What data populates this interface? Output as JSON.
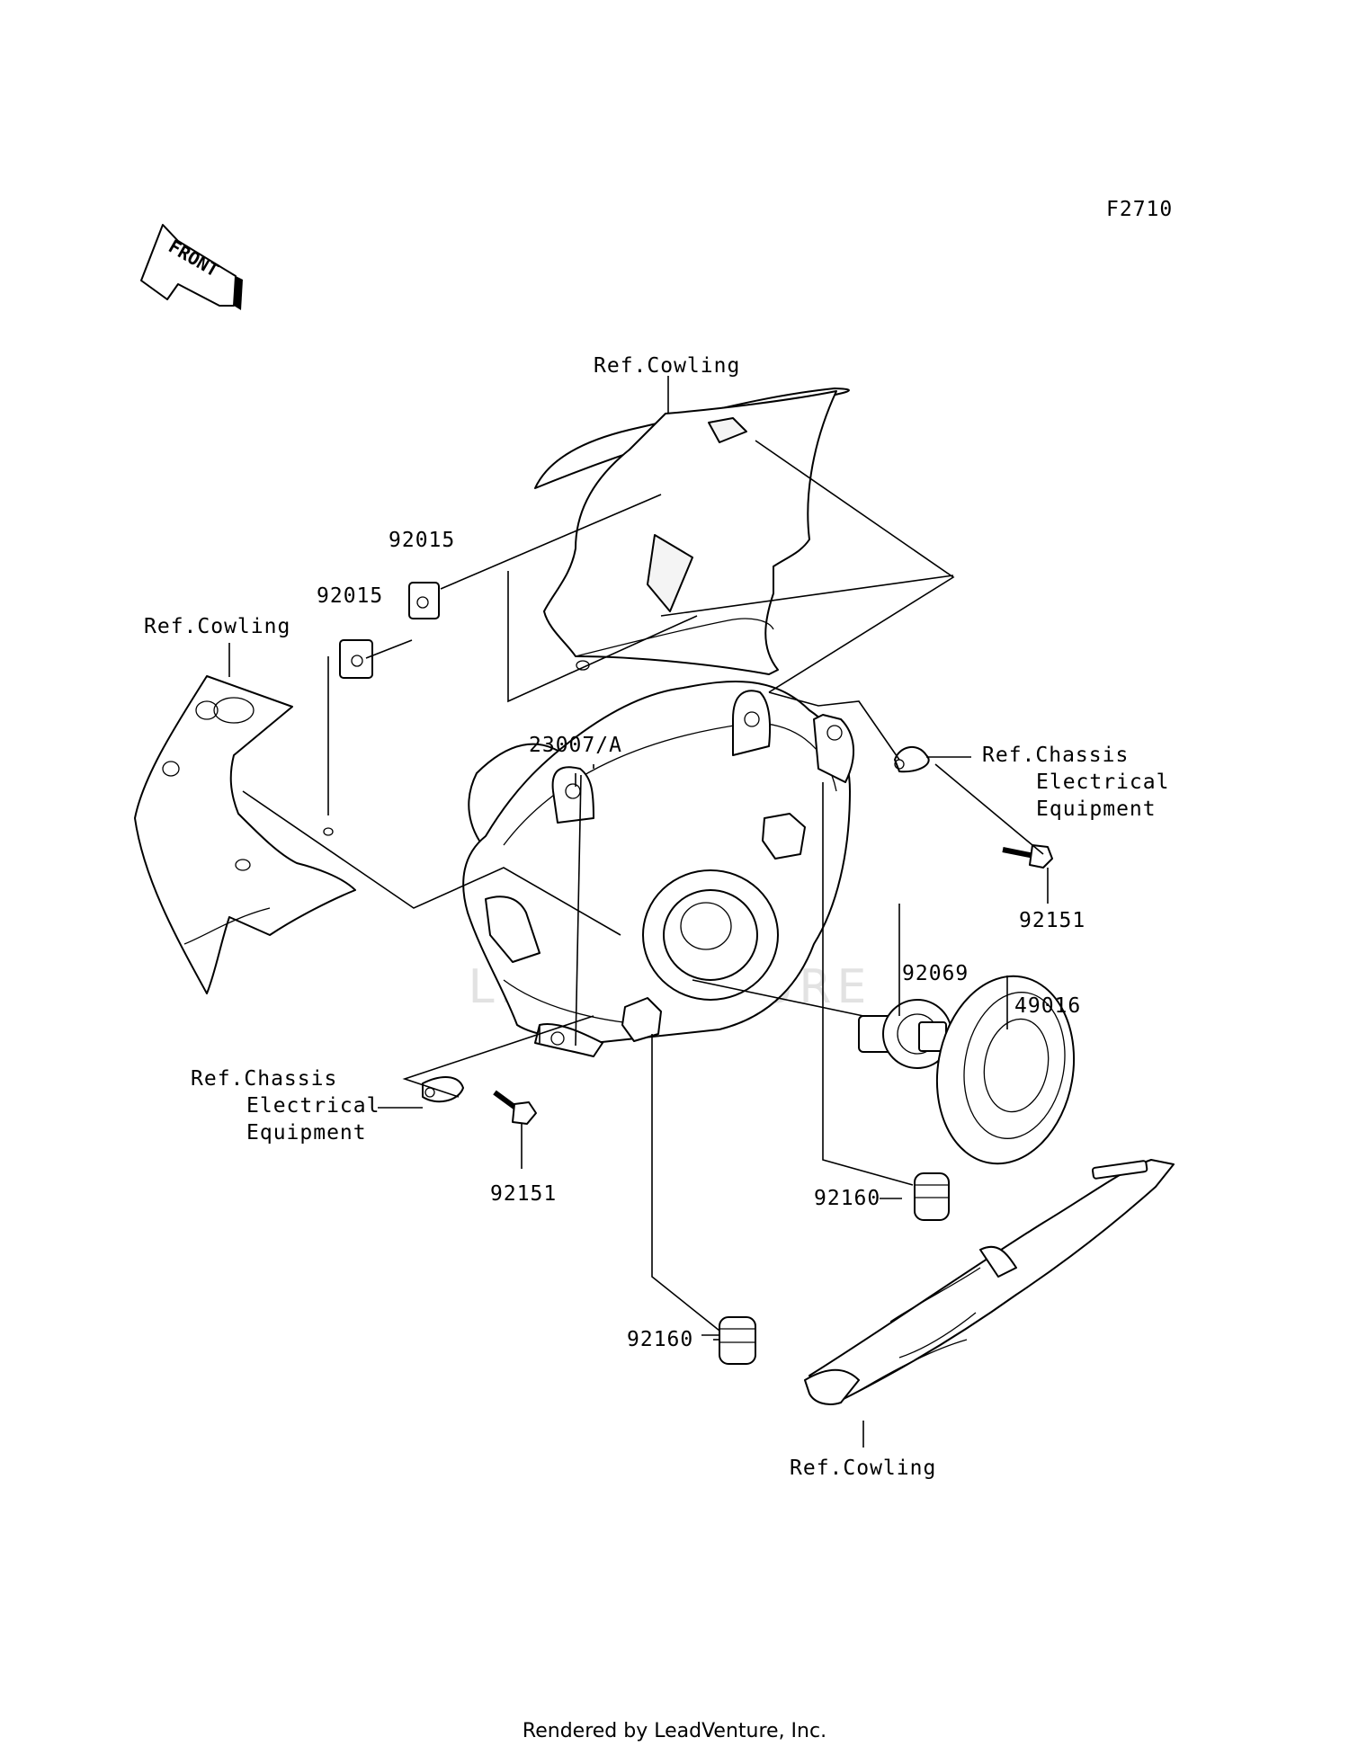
{
  "figure_code": "F2710",
  "front_label": "FRONT",
  "footer": "Rendered by LeadVenture, Inc.",
  "watermark": "LEADVENTURE",
  "callouts": {
    "ref_cowling_top": "Ref.Cowling",
    "ref_cowling_left": "Ref.Cowling",
    "ref_cowling_bottom": "Ref.Cowling",
    "part_92015_a": "92015",
    "part_92015_b": "92015",
    "part_23007": "23007/A",
    "ref_chassis_right": [
      "Ref.Chassis",
      "Electrical",
      "Equipment"
    ],
    "ref_chassis_left": [
      "Ref.Chassis",
      "Electrical",
      "Equipment"
    ],
    "part_92151_right": "92151",
    "part_92151_left": "92151",
    "part_92069": "92069",
    "part_49016": "49016",
    "part_92160_upper": "92160",
    "part_92160_lower": "92160"
  }
}
